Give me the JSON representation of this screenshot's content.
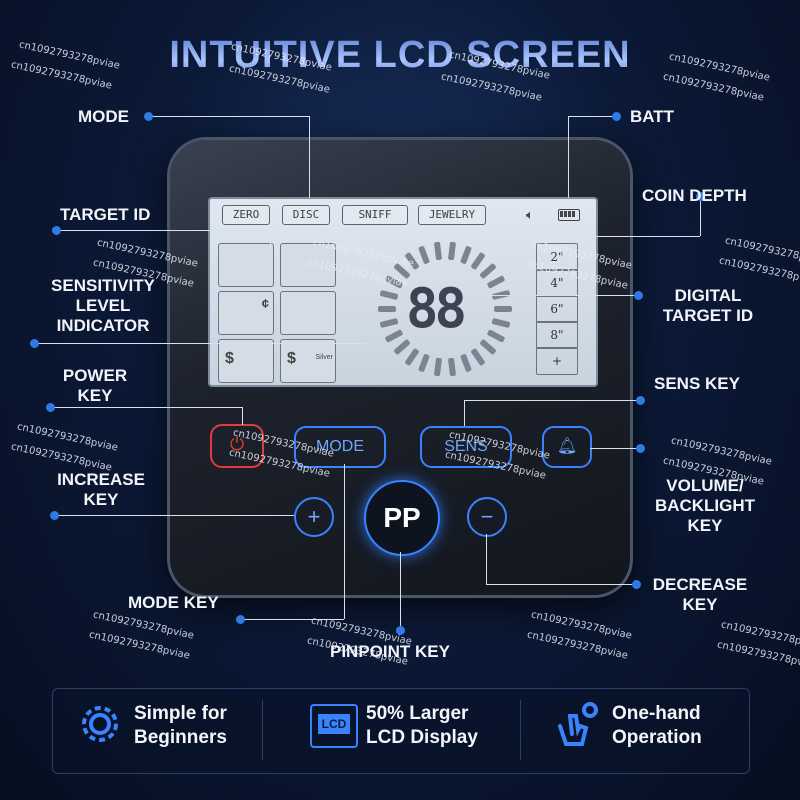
{
  "title": "INTUITIVE LCD SCREEN",
  "labels": {
    "mode": "MODE",
    "batt": "BATT",
    "target_id": "TARGET ID",
    "coin_depth": "COIN DEPTH",
    "sensitivity": [
      "SENSITIVITY",
      "LEVEL",
      "INDICATOR"
    ],
    "digital_target_id": [
      "DIGITAL",
      "TARGET ID"
    ],
    "power_key": [
      "POWER",
      "KEY"
    ],
    "sens_key": "SENS KEY",
    "increase_key": [
      "INCREASE",
      "KEY"
    ],
    "volume_key": [
      "VOLUME/",
      "BACKLIGHT",
      "KEY"
    ],
    "decrease_key": [
      "DECREASE",
      "KEY"
    ],
    "mode_key": "MODE KEY",
    "pinpoint_key": "PINPOINT KEY"
  },
  "lcd": {
    "modes": [
      "ZERO",
      "DISC",
      "SNIFF",
      "JEWELRY"
    ],
    "digits": "88",
    "depths": [
      "2\"",
      "4\"",
      "6\"",
      "8\"",
      "+"
    ],
    "cell_marks": [
      "$",
      "¢",
      "$",
      "Silver"
    ]
  },
  "keys": {
    "mode": "MODE",
    "sens": "SENS",
    "pp": "PP",
    "plus": "+",
    "minus": "−"
  },
  "features": [
    {
      "line1": "Simple for",
      "line2": "Beginners",
      "icon": "gear-icon"
    },
    {
      "line1": "50% Larger",
      "line2": "LCD Display",
      "icon": "lcd-icon",
      "icon_text": "LCD"
    },
    {
      "line1": "One-hand",
      "line2": "Operation",
      "icon": "hand-icon"
    }
  ],
  "watermark": "cn1092793278pviae",
  "colors": {
    "accent": "#3a83ff",
    "dot": "#2e7be6",
    "title": "#7fa1e6"
  }
}
